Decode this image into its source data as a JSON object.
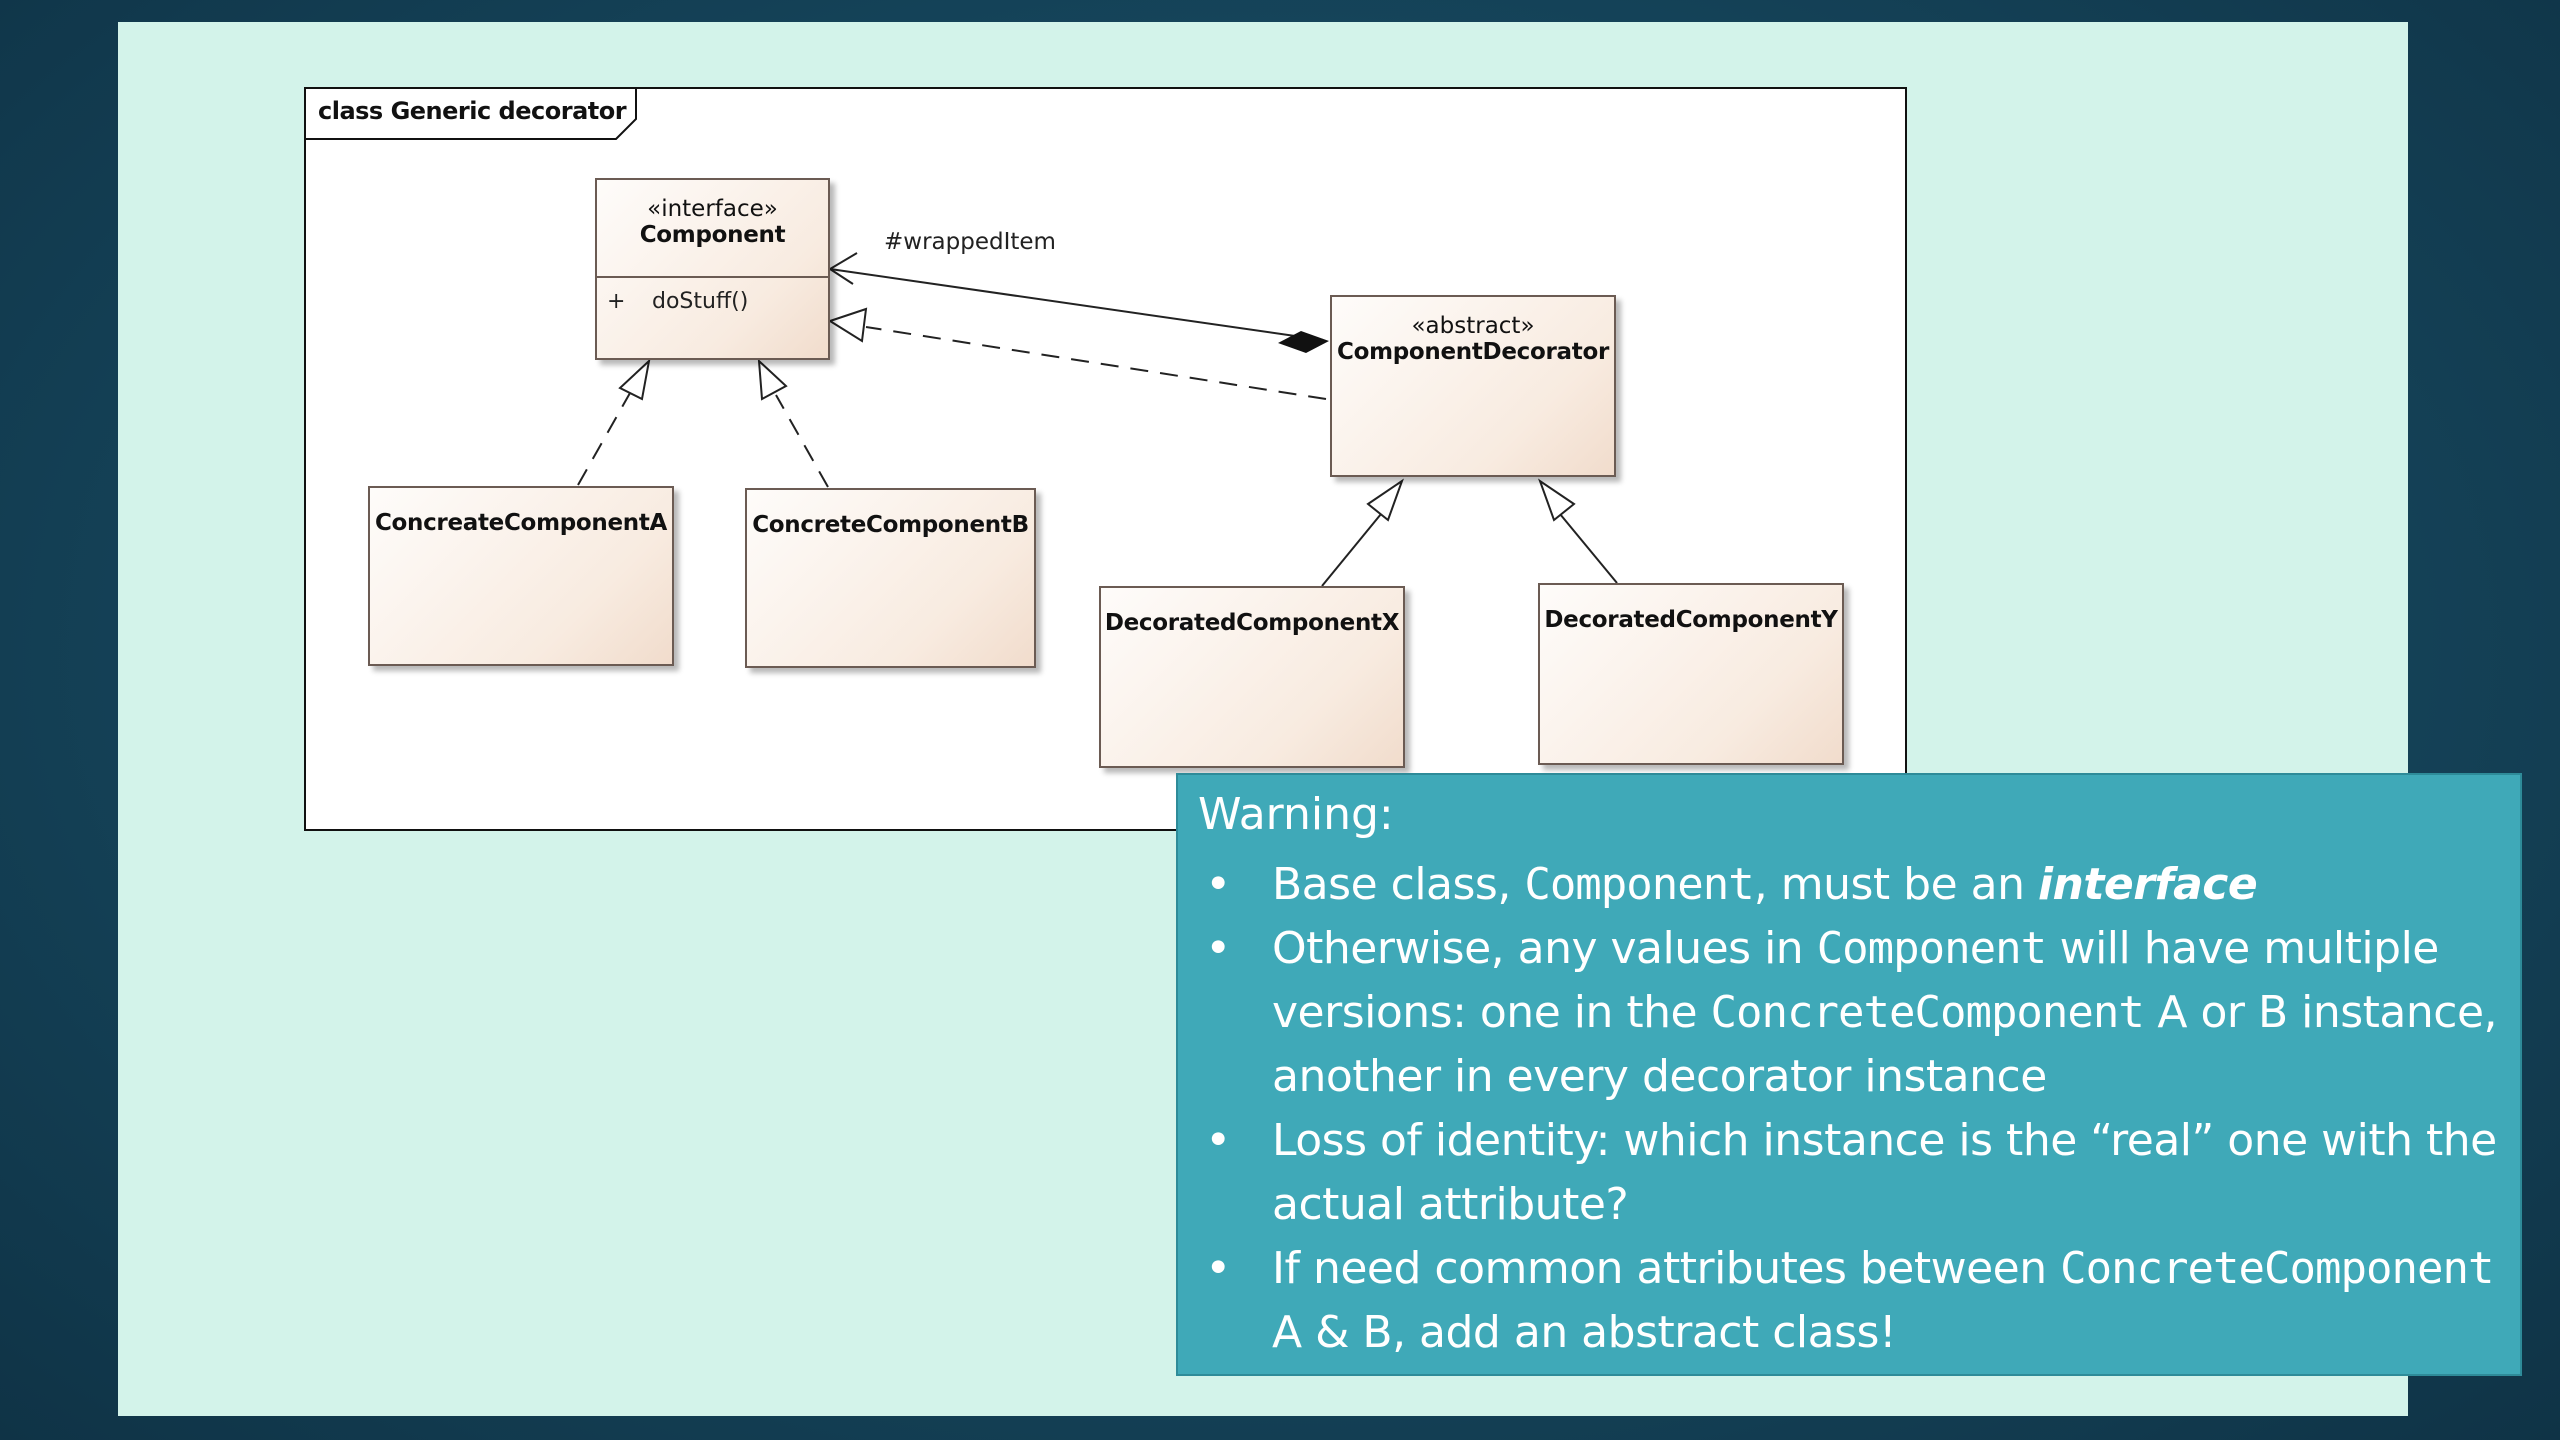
{
  "diagram": {
    "frame_title": "class Generic decorator",
    "classes": {
      "component": {
        "stereotype": "«interface»",
        "name": "Component",
        "operation_visibility": "+",
        "operation": "doStuff()"
      },
      "decorator": {
        "stereotype": "«abstract»",
        "name": "ComponentDecorator"
      },
      "concrete_a": {
        "name": "ConcreateComponentA"
      },
      "concrete_b": {
        "name": "ConcreteComponentB"
      },
      "decorated_x": {
        "name": "DecoratedComponentX"
      },
      "decorated_y": {
        "name": "DecoratedComponentY"
      }
    },
    "association_label": "#wrappedItem"
  },
  "note": {
    "title": "Warning:",
    "bullet_glyph": "•",
    "bullets": [
      {
        "t1": "Base class, ",
        "code1": "Component",
        "t2": ", must be an ",
        "em": "interface"
      },
      {
        "t1": "Otherwise, any values in ",
        "code1": "Component",
        "t2": " will have multiple versions: one in the ",
        "code2": "ConcreteComponent",
        "t3": " A or B instance, another in every decorator instance"
      },
      {
        "t1": "Loss of identity: which instance is the “real” one with the actual attribute?"
      },
      {
        "t1": "If need common attributes between ",
        "code1": "ConcreteComponent",
        "t2": " A & B, add an abstract class!"
      }
    ]
  },
  "colors": {
    "slide_bg": "#d3f3ea",
    "note_bg": "#3fa9b8",
    "class_border": "#6b5b53"
  }
}
